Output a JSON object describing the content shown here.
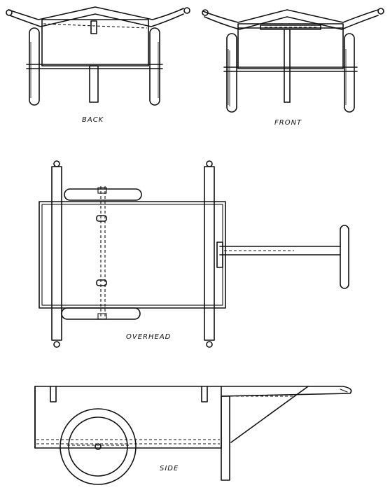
{
  "views": {
    "back": {
      "label": "BACK"
    },
    "front": {
      "label": "FRONT"
    },
    "overhead": {
      "label": "OVERHEAD"
    },
    "side": {
      "label": "SIDE"
    }
  },
  "colors": {
    "ink": "#111111",
    "paper": "#ffffff"
  }
}
